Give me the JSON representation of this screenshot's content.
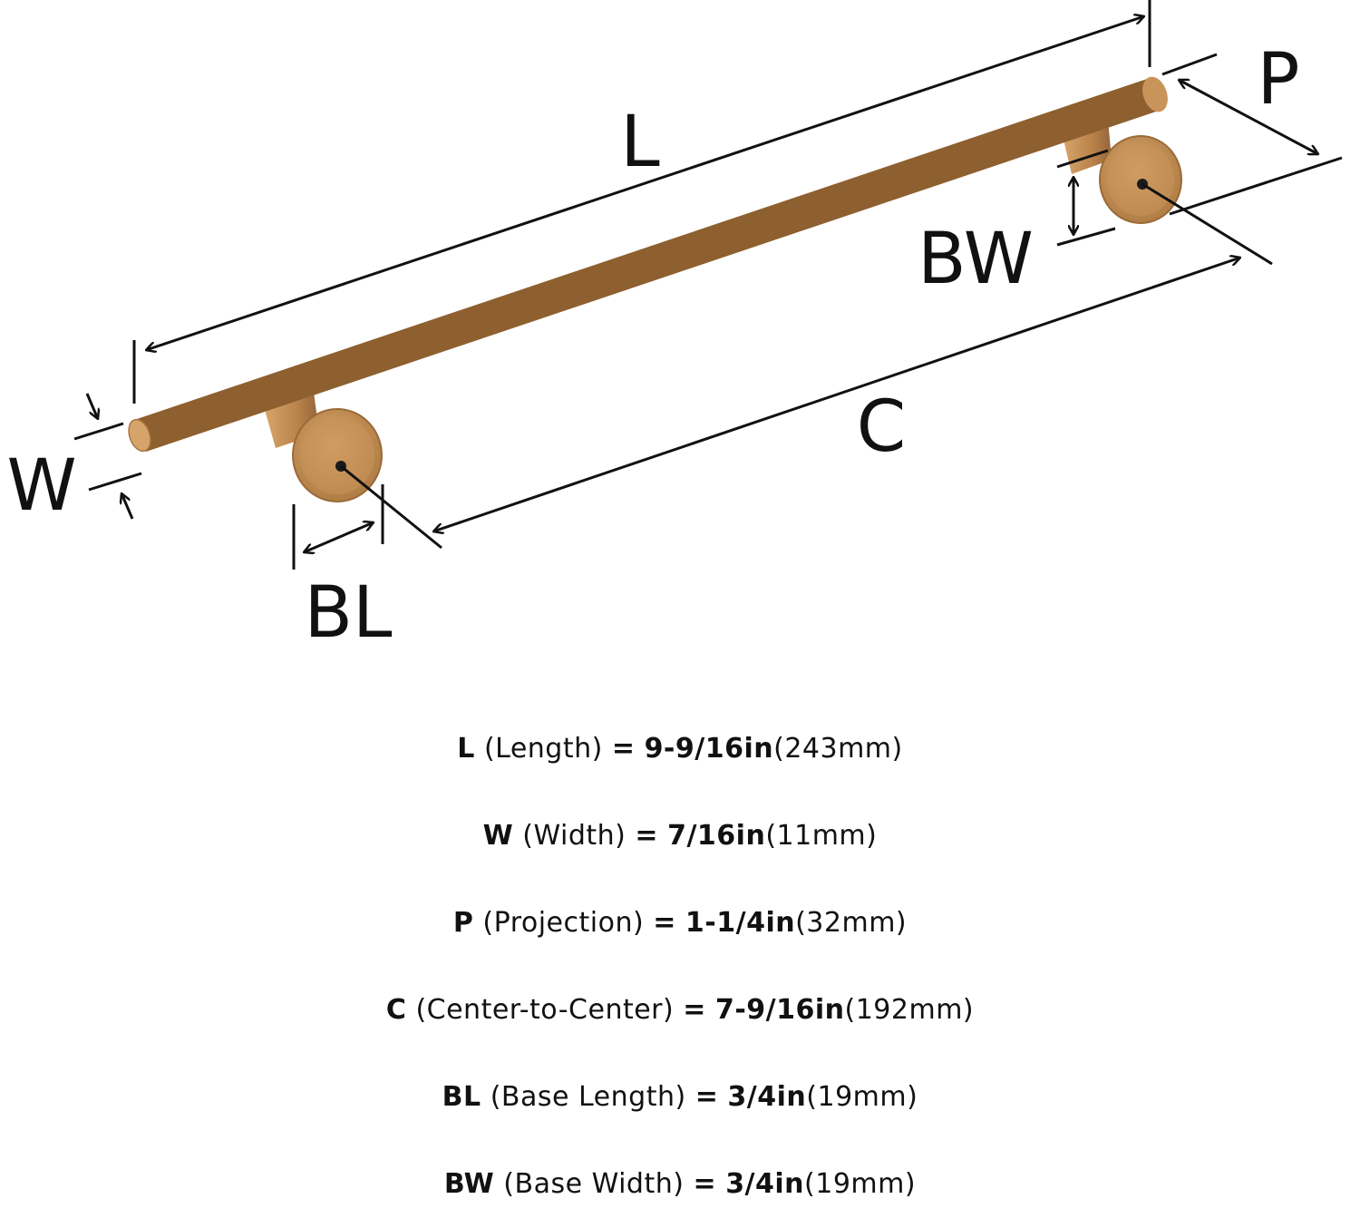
{
  "colors": {
    "brass": "#c08d55",
    "brass_dark": "#8e5f2f",
    "ink": "#111111"
  },
  "labels": {
    "L": "L",
    "W": "W",
    "P": "P",
    "C": "C",
    "BL": "BL",
    "BW": "BW"
  },
  "specs": [
    {
      "code": "L",
      "desc": "(Length)",
      "eq": "=",
      "inches": "9-9/16in",
      "mm": "(243mm)"
    },
    {
      "code": "W",
      "desc": "(Width)",
      "eq": "=",
      "inches": "7/16in",
      "mm": "(11mm)"
    },
    {
      "code": "P",
      "desc": "(Projection)",
      "eq": "=",
      "inches": "1-1/4in",
      "mm": "(32mm)"
    },
    {
      "code": "C",
      "desc": "(Center-to-Center)",
      "eq": "=",
      "inches": "7-9/16in",
      "mm": "(192mm)"
    },
    {
      "code": "BL",
      "desc": "(Base Length)",
      "eq": "=",
      "inches": "3/4in",
      "mm": "(19mm)"
    },
    {
      "code": "BW",
      "desc": "(Base Width)",
      "eq": "=",
      "inches": "3/4in",
      "mm": "(19mm)"
    }
  ]
}
